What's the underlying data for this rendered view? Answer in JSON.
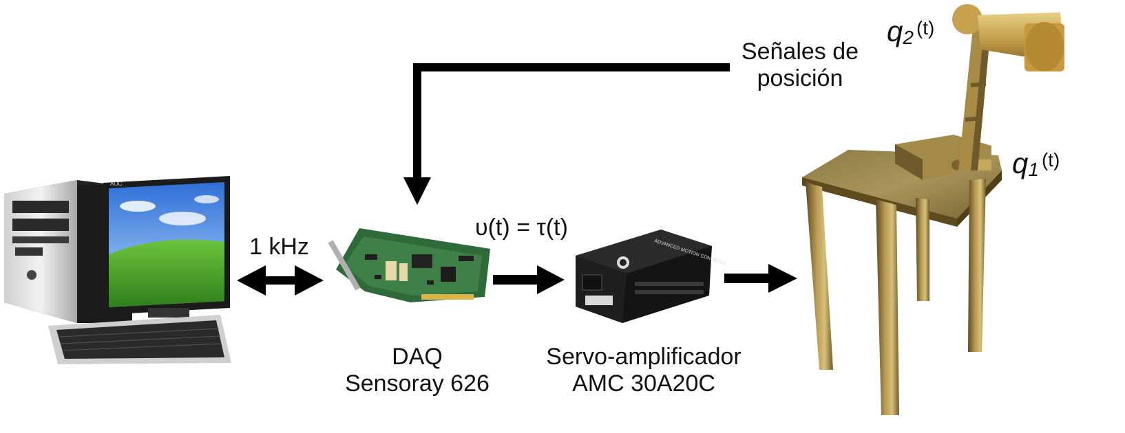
{
  "labels": {
    "feedback_signal": [
      "Señales de",
      "posición"
    ],
    "link_rate": "1 kHz",
    "control_signal": "υ(t) = τ(t)",
    "daq": [
      "DAQ",
      "Sensoray 626"
    ],
    "servo_amplifier": [
      "Servo-amplificador",
      "AMC 30A20C"
    ],
    "q2": {
      "symbol": "q",
      "sub": "2",
      "arg": "(t)"
    },
    "q1": {
      "symbol": "q",
      "sub": "1",
      "arg": "(t)"
    }
  },
  "device_text": {
    "monitor_brand": "AOC",
    "amplifier_brand": "ADVANCED MOTION CONTROLS"
  },
  "colors": {
    "arrow": "#000000",
    "brass": "#b79a52",
    "brass_dark": "#6e5a2a",
    "pcb": "#2f6b3a",
    "amplifier": "#1c1c1c",
    "sky": "#4f8fe0",
    "grass": "#4aa82e"
  }
}
